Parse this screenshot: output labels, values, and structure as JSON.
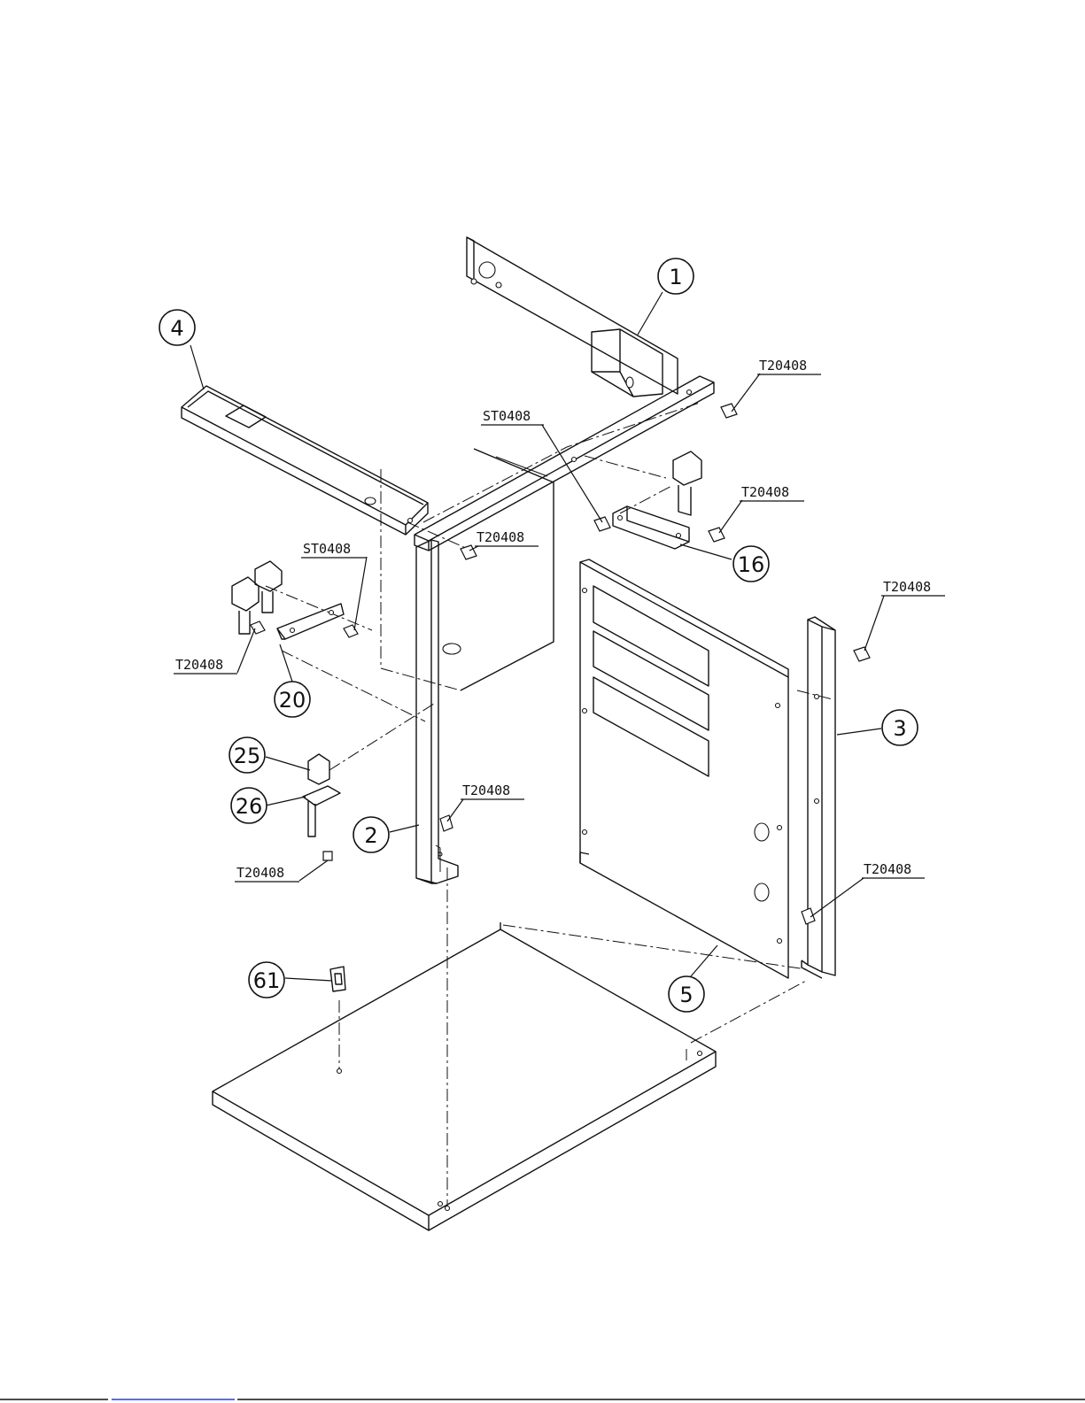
{
  "parts": {
    "p1": "1",
    "p2": "2",
    "p3": "3",
    "p4": "4",
    "p5": "5",
    "p16": "16",
    "p20": "20",
    "p25": "25",
    "p26": "26",
    "p61": "61"
  },
  "fasteners": {
    "t20408": "T20408",
    "st0408": "ST0408"
  },
  "footer_link_color": "#1a3cff"
}
